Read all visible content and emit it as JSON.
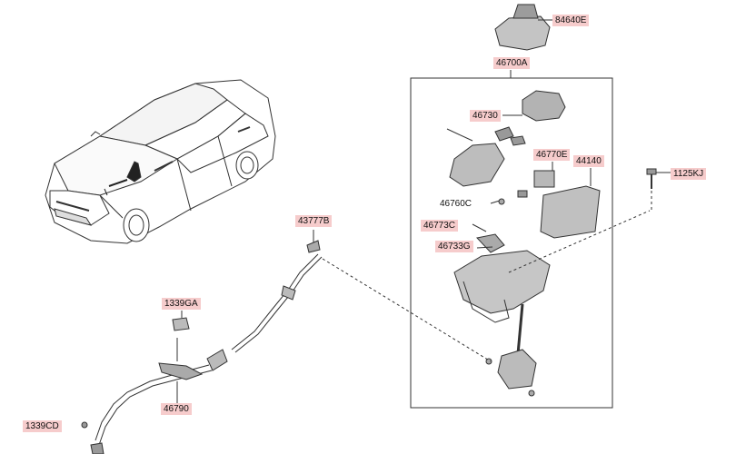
{
  "diagram": {
    "labels": {
      "p84640E": "84640E",
      "p46700A": "46700A",
      "p46730": "46730",
      "p46770E": "46770E",
      "p44140": "44140",
      "p1125KJ": "1125KJ",
      "p46760C": "46760C",
      "p46773C": "46773C",
      "p46733G": "46733G",
      "p43777B": "43777B",
      "p1339GA": "1339GA",
      "p46790": "46790",
      "p1339CD": "1339CD"
    }
  },
  "colors": {
    "label_highlight": "#f6cccc",
    "line": "#222222",
    "part_fill": "#b9b9b9"
  }
}
